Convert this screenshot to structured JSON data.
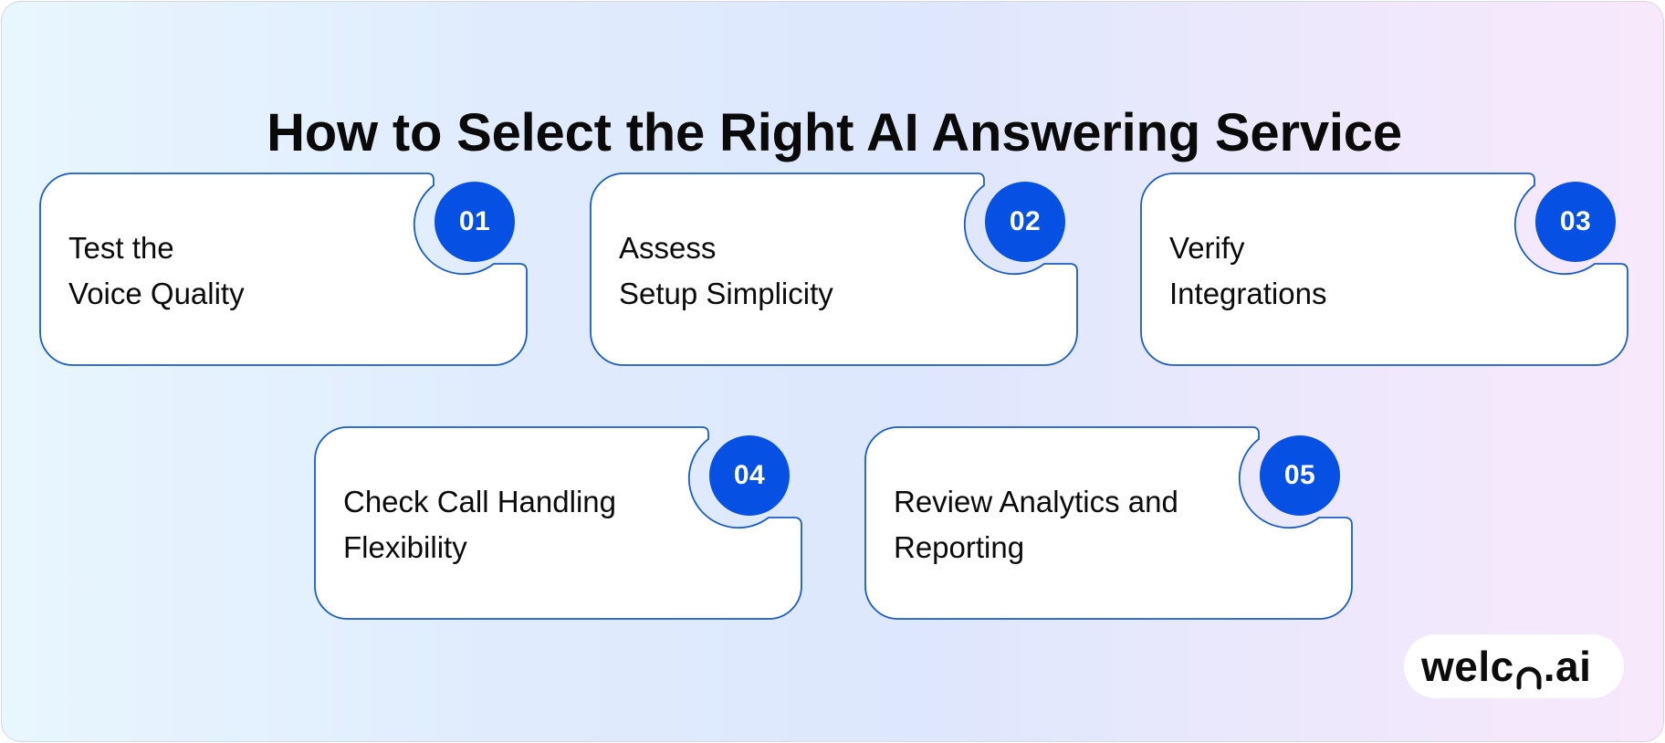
{
  "header": {
    "title": "How to Select the Right AI Answering Service"
  },
  "colors": {
    "accent": "#0651e4",
    "card_border": "#1a5cc8",
    "card_fill": "#ffffff",
    "text": "#0b0b0b",
    "background_left": "#e8f6fe",
    "background_center": "#dde7fd",
    "background_right": "#f8e8fc"
  },
  "steps": [
    {
      "number": "01",
      "label": "Test the\nVoice Quality"
    },
    {
      "number": "02",
      "label": "Assess\nSetup Simplicity"
    },
    {
      "number": "03",
      "label": "Verify\nIntegrations"
    },
    {
      "number": "04",
      "label": "Check Call Handling\nFlexibility"
    },
    {
      "number": "05",
      "label": "Review Analytics and\nReporting"
    }
  ],
  "logo": {
    "prefix": "welc",
    "o_icon": "headset-icon",
    "suffix": ".ai"
  }
}
